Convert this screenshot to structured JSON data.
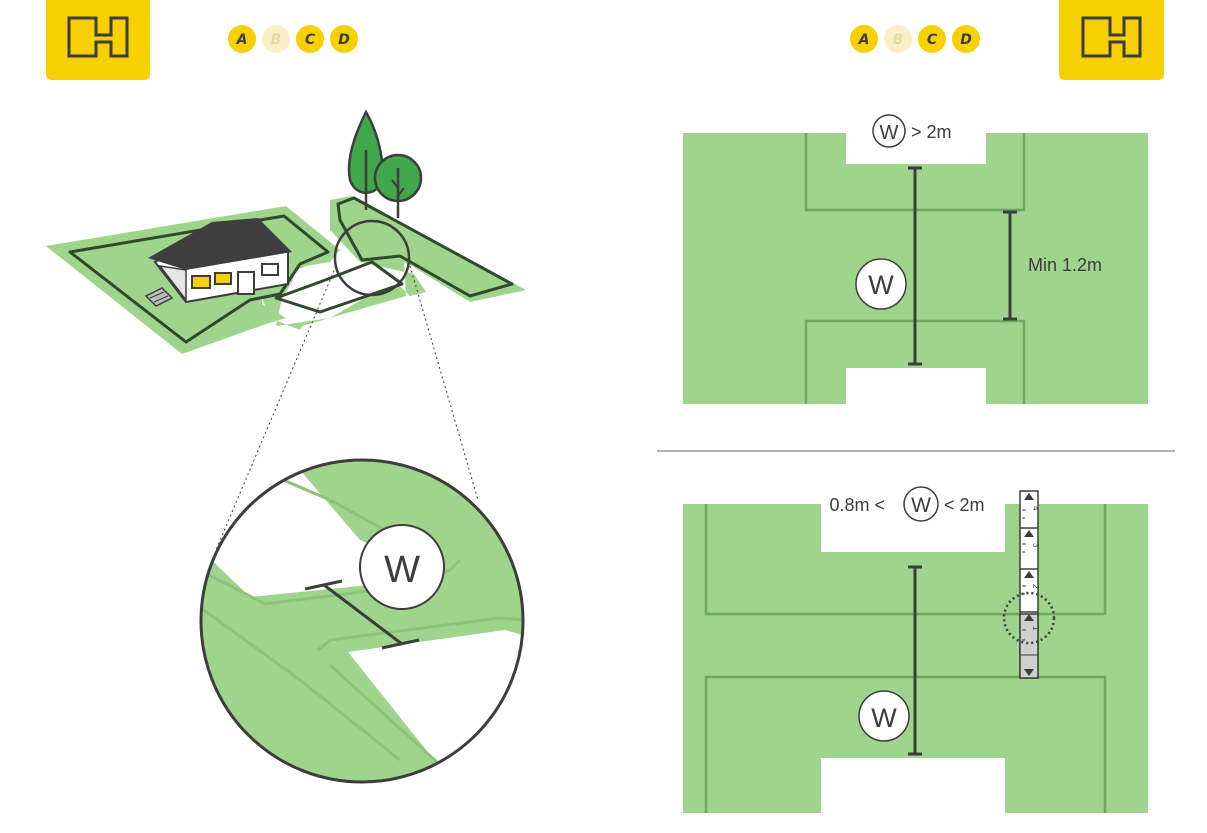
{
  "page": {
    "background": "#ffffff"
  },
  "colors": {
    "lawn": "#9fd48c",
    "wire": "#6fa85f",
    "wire_dark": "#2f4a2c",
    "brand_yellow": "#f7d000",
    "badge_active": "#f7d000",
    "badge_inactive": "#fbefc8",
    "dark_line": "#3d3d3d",
    "tree_green": "#3fa84a",
    "house_roof": "#3e3e3e"
  },
  "header": {
    "left_logo_icon": "floor-plan-icon",
    "right_logo_icon": "floor-plan-icon",
    "left_badges": [
      {
        "letter": "A",
        "active": true
      },
      {
        "letter": "B",
        "active": false
      },
      {
        "letter": "C",
        "active": true
      },
      {
        "letter": "D",
        "active": true
      }
    ],
    "right_badges": [
      {
        "letter": "A",
        "active": true
      },
      {
        "letter": "B",
        "active": false
      },
      {
        "letter": "C",
        "active": true
      },
      {
        "letter": "D",
        "active": true
      }
    ]
  },
  "left_panel": {
    "scene_icons": [
      "house-icon",
      "tree-icon",
      "charging-station-icon"
    ],
    "zoom_label": "W"
  },
  "right_top": {
    "top_prefix": "W",
    "top_suffix": "> 2m",
    "width_label": "W",
    "min_label": "Min 1.2m"
  },
  "right_bottom": {
    "range_prefix": "0.8m <",
    "range_circle": "W",
    "range_suffix": "< 2m",
    "width_label": "W",
    "ruler_numbers": [
      "4",
      "3",
      "2",
      "1"
    ],
    "ruler_icon": "measuring-stick-icon"
  }
}
